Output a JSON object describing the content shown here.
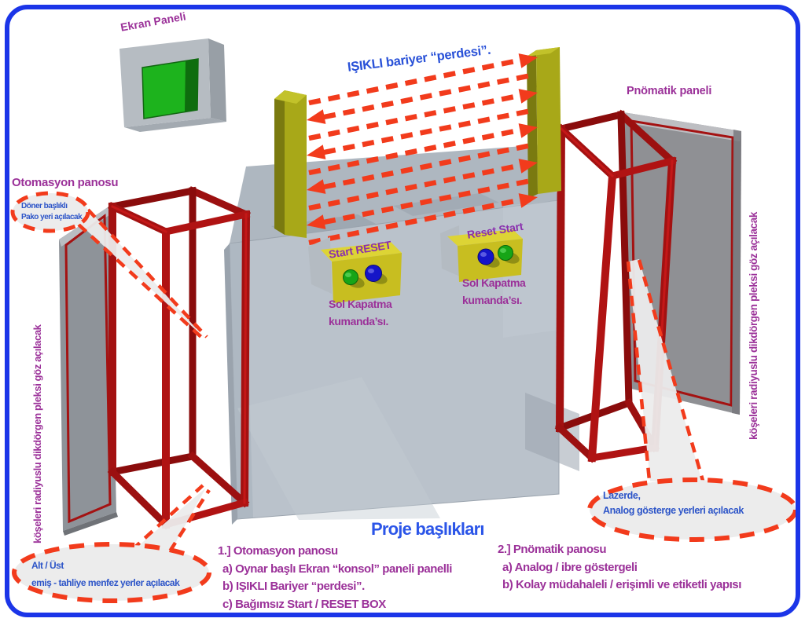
{
  "colors": {
    "border_blue": "#1b35e8",
    "title_blue": "#2b55e8",
    "callout_blue": "#2d55c8",
    "heading_purple": "#9b3199",
    "box_label_violet": "#8a2fae",
    "arrow_red": "#f23b1c",
    "frame_dark_red": "#9c1010",
    "post_olive_yellow": "#a8a818",
    "control_box_yellow": "#c8be20",
    "screen_green": "#1db31d",
    "cabinet_gray": "#bac2cb",
    "callout_fill_gray": "#ececec"
  },
  "labels": {
    "ekran_panel": "Ekran Paneli",
    "light_barrier": "IŞIKLI bariyer “perdesi”.",
    "pneumatic_panel": "Pnömatik paneli",
    "automation_panel": "Otomasyon panosu",
    "plexi_note_left": "köşeleri radiyuslu dikdörgen pleksi göz açılacak",
    "plexi_note_right": "köşeleri radiyuslu dikdörgen pleksi göz açılacak"
  },
  "control_boxes": [
    {
      "label": "Start RESET",
      "caption_line1": "Sol Kapatma",
      "caption_line2": "kumanda’sı.",
      "button_left": "green-button",
      "button_right": "blue-button"
    },
    {
      "label": "Reset Start",
      "caption_line1": "Sol Kapatma",
      "caption_line2": "kumanda’sı.",
      "button_left": "blue-button",
      "button_right": "green-button"
    }
  ],
  "callouts": {
    "rotary_switch": {
      "line1": "Döner başlıklı",
      "line2": "Pako yeri açılacak"
    },
    "vents": {
      "line1": "Alt / Üst",
      "line2": "emiş - tahliye menfez yerler açılacak"
    },
    "gauges": {
      "line1": "Lazerde,",
      "line2": "Analog gösterge yerleri açılacak"
    }
  },
  "project": {
    "title": "Proje başlıkları",
    "sections": [
      {
        "header": "1.] Otomasyon panosu",
        "items": [
          "a) Oynar başlı Ekran “konsol” paneli panelli",
          "b) IŞIKLI Bariyer “perdesi”.",
          "c) Bağımsız Start / RESET BOX"
        ]
      },
      {
        "header": "2.] Pnömatik panosu",
        "items": [
          "a) Analog / ibre göstergeli",
          "b) Kolay müdahaleli / erişimli ve etiketli yapısı"
        ]
      }
    ]
  }
}
